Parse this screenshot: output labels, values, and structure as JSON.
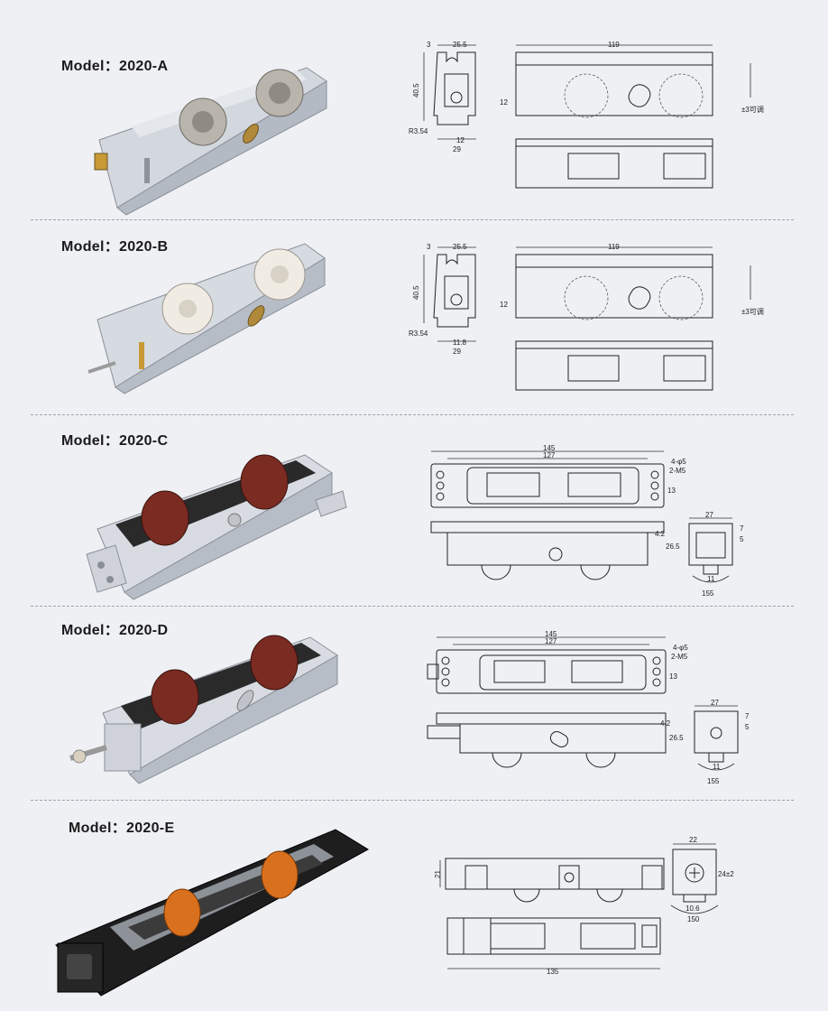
{
  "models": [
    {
      "label": "Model：2020-A",
      "dims": {
        "top": "3",
        "width_top": "25.5",
        "height": "40.5",
        "radius": "R3.54",
        "inner": "12",
        "base": "29",
        "length": "119",
        "offset": "12",
        "adjust": "±3可调"
      }
    },
    {
      "label": "Model：2020-B",
      "dims": {
        "top": "3",
        "width_top": "25.5",
        "height": "40.5",
        "radius": "R3.54",
        "inner": "11.8",
        "base": "29",
        "length": "119",
        "offset": "12",
        "adjust": "±3可调"
      }
    },
    {
      "label": "Model：2020-C",
      "dims": {
        "overall": "145",
        "inner": "127",
        "holes": "4-φ5",
        "thread": "2-M5",
        "pitch": "13",
        "plate": "4.2",
        "height": "26.5",
        "width": "27",
        "top": "7",
        "mid": "5",
        "wheel": "11",
        "angle": "155"
      }
    },
    {
      "label": "Model：2020-D",
      "dims": {
        "overall": "145",
        "inner": "127",
        "holes": "4-φ5",
        "thread": "2-M5",
        "pitch": "13",
        "plate": "4.2",
        "height": "26.5",
        "width": "27",
        "top": "7",
        "mid": "5",
        "wheel": "11",
        "angle": "155"
      }
    },
    {
      "label": "Model：2020-E",
      "dims": {
        "height": "21",
        "width": "22",
        "tall": "24±2",
        "wheel": "10.6",
        "angle": "150",
        "length": "135"
      }
    }
  ],
  "colors": {
    "background": "#eef0f3",
    "metal": "#c9ced6",
    "wheel_brown": "#7a2b22",
    "wheel_orange": "#d9701e",
    "plastic_black": "#1e1e1e"
  }
}
